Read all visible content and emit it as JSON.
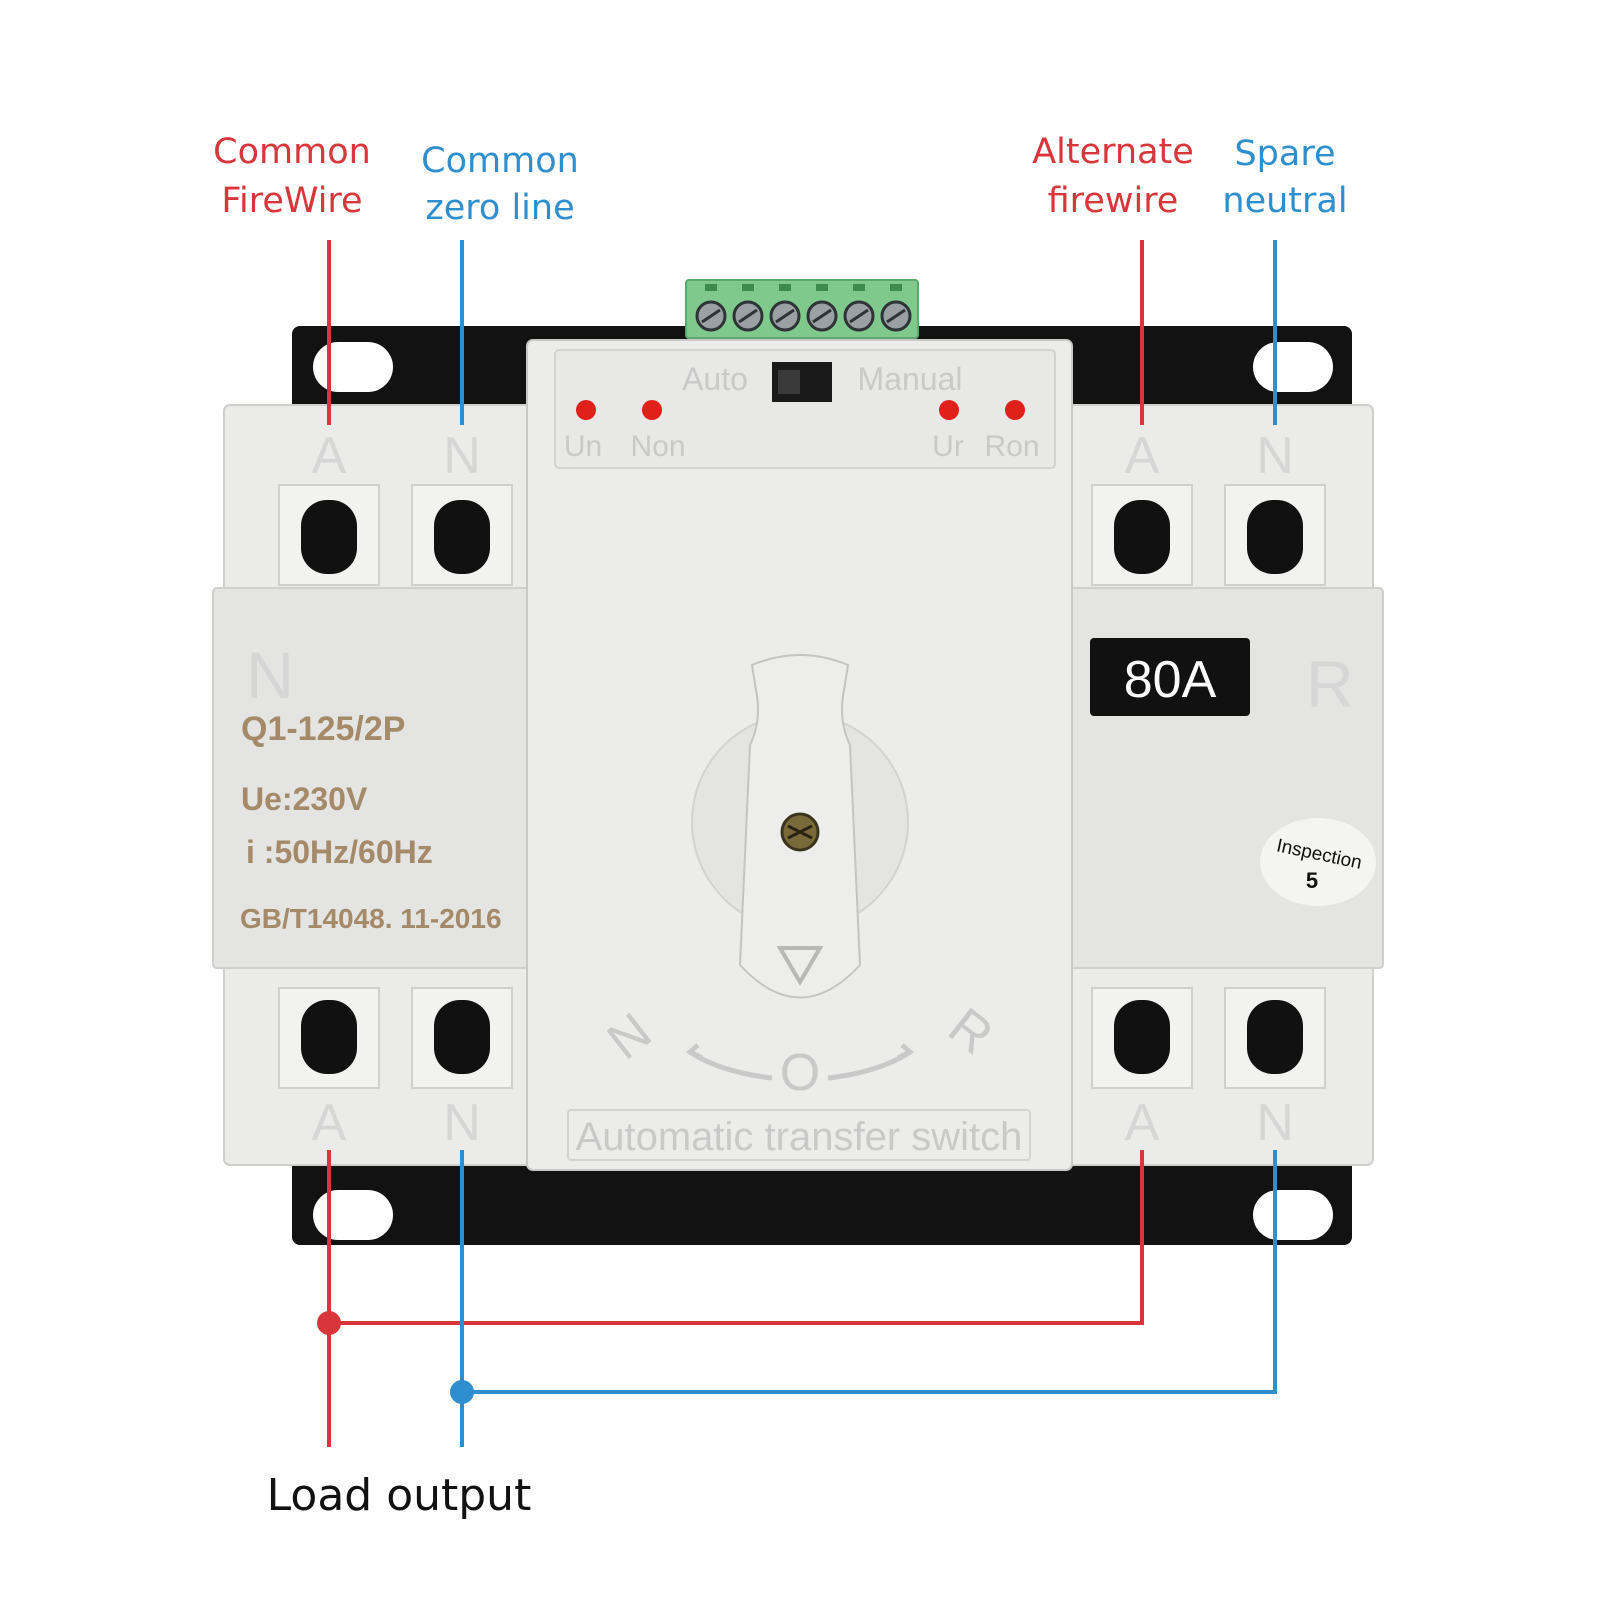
{
  "labels": {
    "common_firewire": [
      "Common",
      "FireWire"
    ],
    "common_zero_line": [
      "Common",
      "zero line"
    ],
    "alternate_firewire": [
      "Alternate",
      "firewire"
    ],
    "spare_neutral": [
      "Spare",
      "neutral"
    ],
    "load_output": "Load output"
  },
  "device": {
    "top_panel": {
      "auto": "Auto",
      "manual": "Manual",
      "un": "Un",
      "non": "Non",
      "ur": "Ur",
      "ron": "Ron"
    },
    "terminals": {
      "a": "A",
      "n": "N"
    },
    "left_module": {
      "side_letter": "N",
      "model": "Q1-125/2P",
      "voltage": "Ue:230V",
      "frequency": "i :50Hz/60Hz",
      "standard": "GB/T14048. 11-2016"
    },
    "right_module": {
      "rating": "80A",
      "side_letter": "R",
      "sticker_line1": "Inspection",
      "sticker_line2": "5"
    },
    "handle": {
      "pos_n": "N",
      "pos_o": "O",
      "pos_r": "R",
      "caption": "Automatic transfer switch"
    }
  },
  "colors": {
    "fire": "#d8363a",
    "neutral": "#2f8fce",
    "body": "#ebebe9",
    "bracket": "#121212",
    "connector": "#7fc98d",
    "led": "#e0201a"
  }
}
